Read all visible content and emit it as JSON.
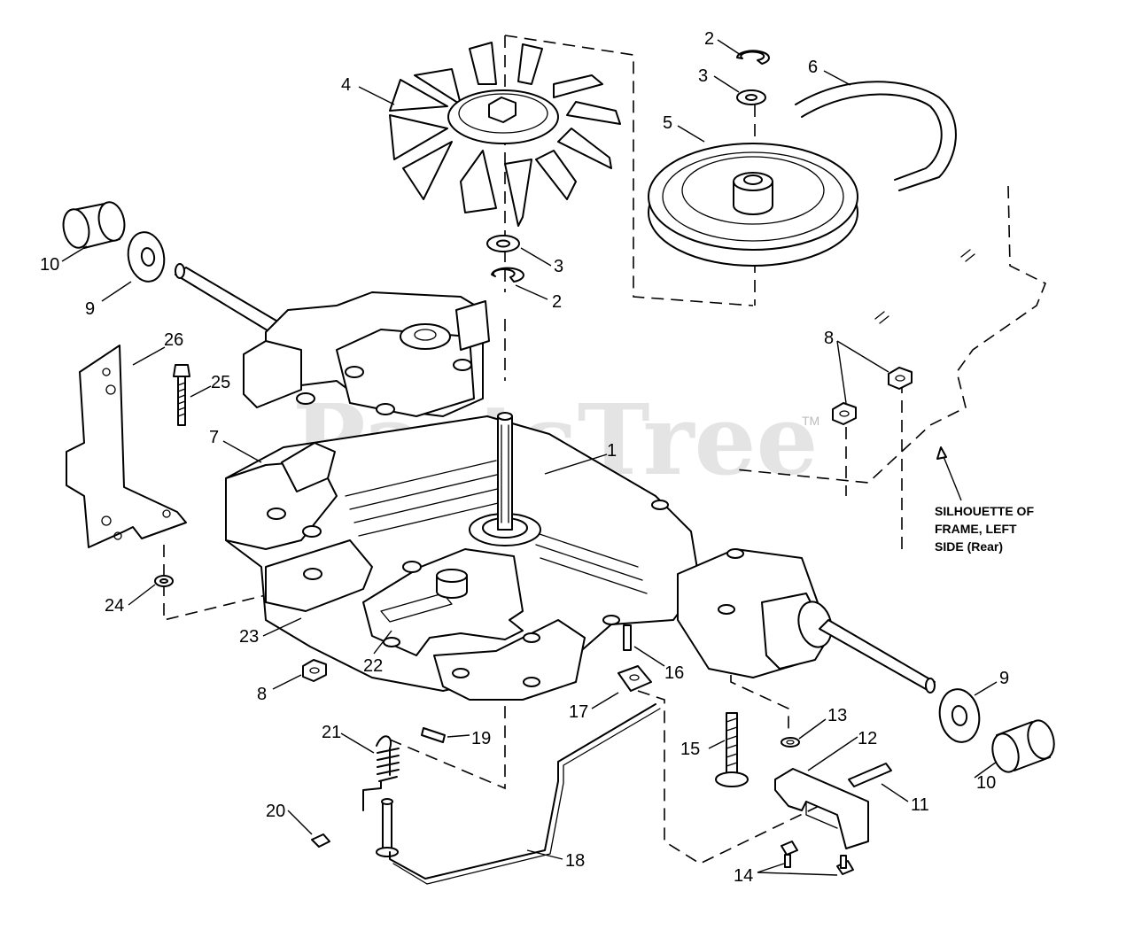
{
  "watermark": "PartsTree",
  "watermark_tm": "TM",
  "frame_note": [
    "SILHOUETTE OF",
    "FRAME, LEFT",
    "SIDE (Rear)"
  ],
  "callouts": {
    "c1": "1",
    "c2a": "2",
    "c2b": "2",
    "c3a": "3",
    "c3b": "3",
    "c4": "4",
    "c5": "5",
    "c6": "6",
    "c7": "7",
    "c8a": "8",
    "c8b": "8",
    "c9a": "9",
    "c9b": "9",
    "c10a": "10",
    "c10b": "10",
    "c11": "11",
    "c12": "12",
    "c13": "13",
    "c14": "14",
    "c15": "15",
    "c16": "16",
    "c17": "17",
    "c18": "18",
    "c19": "19",
    "c20": "20",
    "c21": "21",
    "c22": "22",
    "c23": "23",
    "c24": "24",
    "c25": "25",
    "c26": "26"
  }
}
